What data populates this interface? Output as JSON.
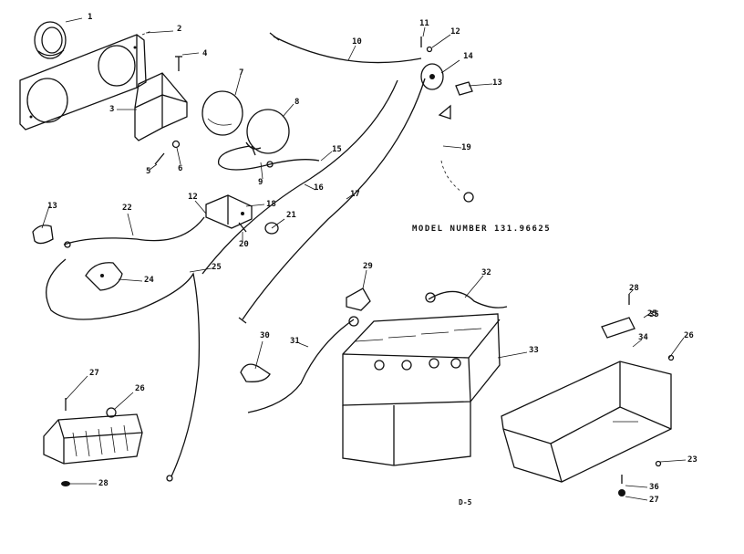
{
  "model_number": "MODEL NUMBER 131.96625",
  "page_code": "D-5",
  "callouts": [
    {
      "id": "c1",
      "text": "1"
    },
    {
      "id": "c2",
      "text": "2"
    },
    {
      "id": "c3",
      "text": "3"
    },
    {
      "id": "c4",
      "text": "4"
    },
    {
      "id": "c5",
      "text": "5"
    },
    {
      "id": "c6",
      "text": "6"
    },
    {
      "id": "c7",
      "text": "7"
    },
    {
      "id": "c8",
      "text": "8"
    },
    {
      "id": "c9",
      "text": "9"
    },
    {
      "id": "c10",
      "text": "10"
    },
    {
      "id": "c11",
      "text": "11"
    },
    {
      "id": "c12a",
      "text": "12"
    },
    {
      "id": "c12b",
      "text": "12"
    },
    {
      "id": "c13a",
      "text": "13"
    },
    {
      "id": "c13b",
      "text": "13"
    },
    {
      "id": "c14",
      "text": "14"
    },
    {
      "id": "c15",
      "text": "15"
    },
    {
      "id": "c16",
      "text": "16"
    },
    {
      "id": "c17",
      "text": "17"
    },
    {
      "id": "c18",
      "text": "18"
    },
    {
      "id": "c19",
      "text": "19"
    },
    {
      "id": "c20",
      "text": "20"
    },
    {
      "id": "c21",
      "text": "21"
    },
    {
      "id": "c22",
      "text": "22"
    },
    {
      "id": "c23",
      "text": "23"
    },
    {
      "id": "c24",
      "text": "24"
    },
    {
      "id": "c25a",
      "text": "25"
    },
    {
      "id": "c25b",
      "text": "25"
    },
    {
      "id": "c26a",
      "text": "26"
    },
    {
      "id": "c26b",
      "text": "26"
    },
    {
      "id": "c27a",
      "text": "27"
    },
    {
      "id": "c27b",
      "text": "27"
    },
    {
      "id": "c28a",
      "text": "28"
    },
    {
      "id": "c28b",
      "text": "28"
    },
    {
      "id": "c29",
      "text": "29"
    },
    {
      "id": "c30",
      "text": "30"
    },
    {
      "id": "c31",
      "text": "31"
    },
    {
      "id": "c32",
      "text": "32"
    },
    {
      "id": "c33",
      "text": "33"
    },
    {
      "id": "c34",
      "text": "34"
    },
    {
      "id": "c35",
      "text": "35"
    },
    {
      "id": "c36",
      "text": "36"
    }
  ]
}
